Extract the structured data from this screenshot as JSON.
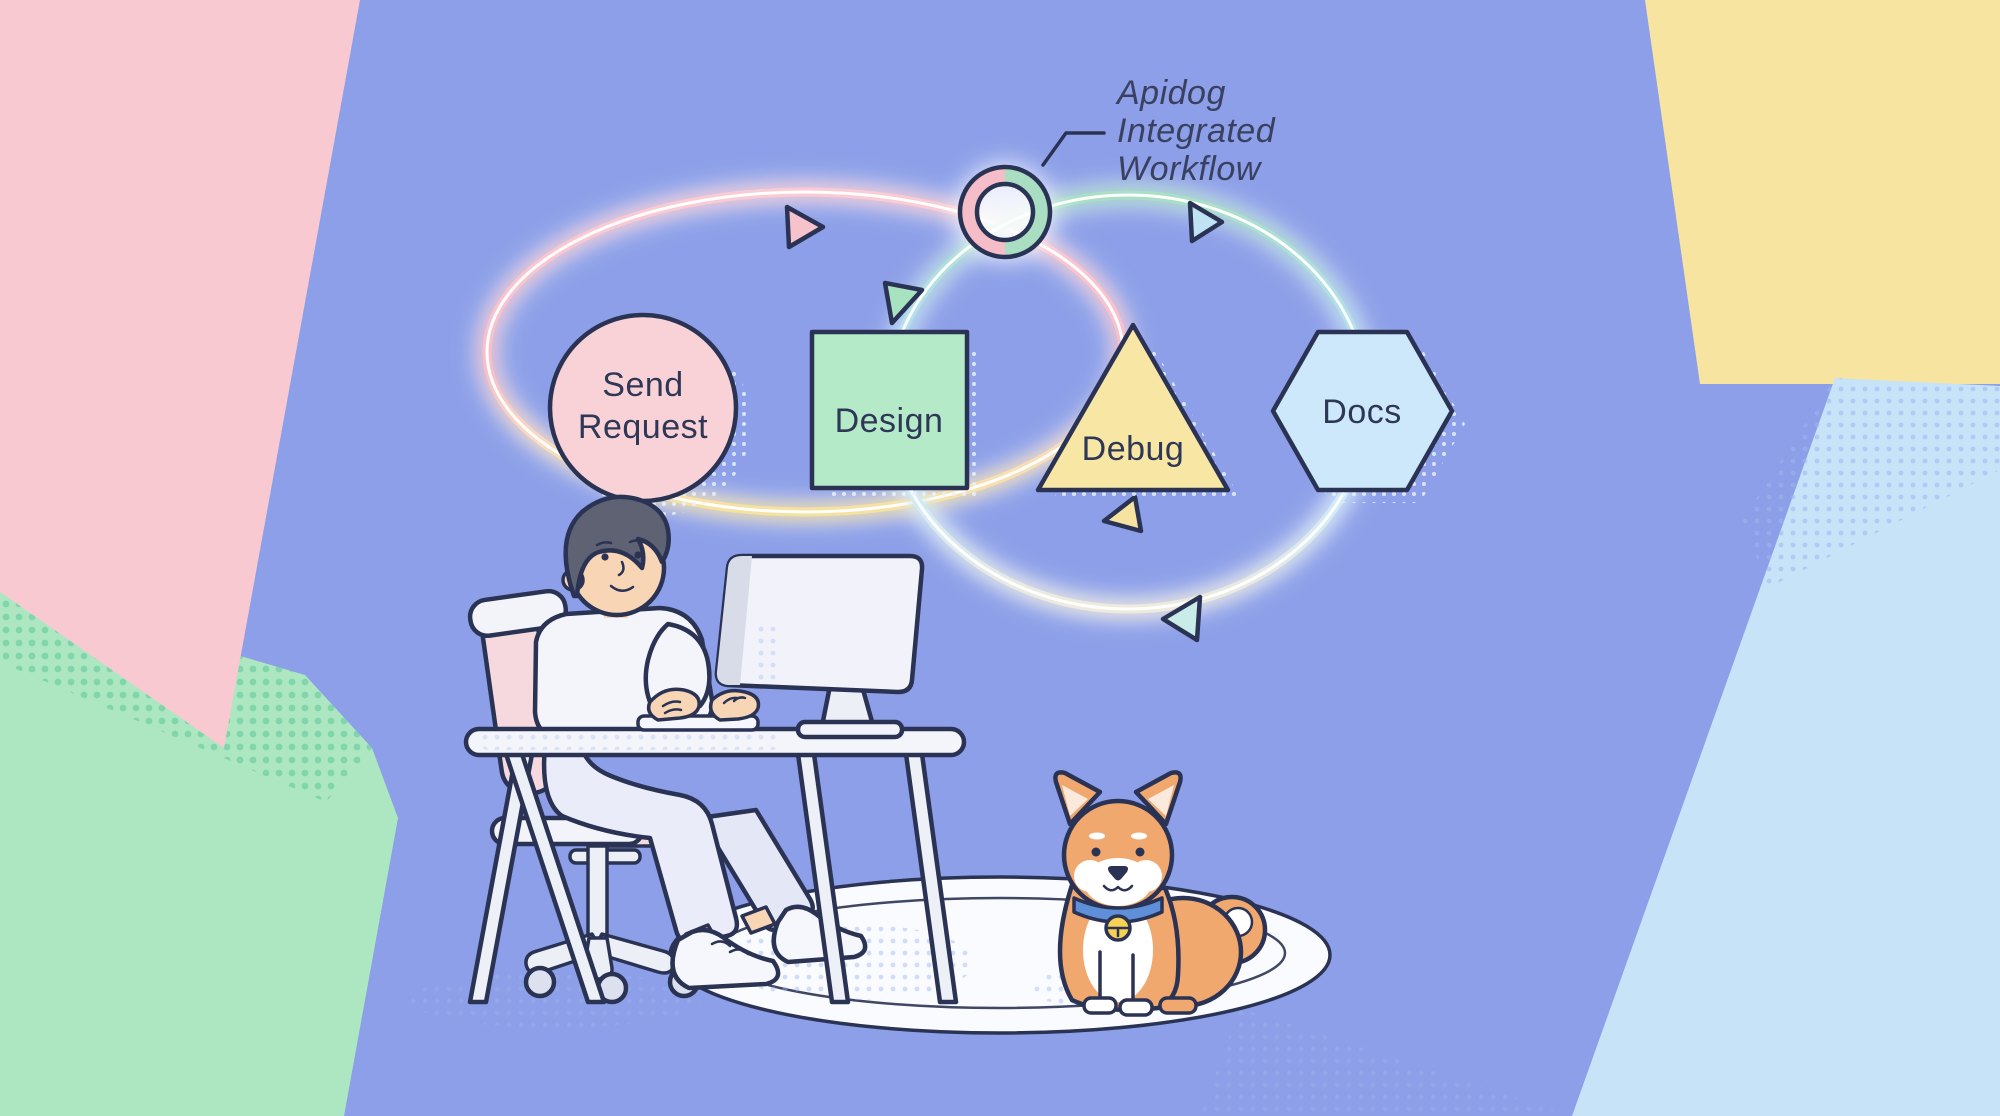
{
  "illustration": {
    "callout": {
      "line1": "Apidog",
      "line2": "Integrated",
      "line3": "Workflow"
    },
    "nodes": [
      {
        "id": "send-request",
        "shape": "circle",
        "label": "Send Request",
        "line1": "Send",
        "line2": "Request",
        "fill": "#F9D2D8"
      },
      {
        "id": "design",
        "shape": "square",
        "label": "Design",
        "fill": "#B5EAC8"
      },
      {
        "id": "debug",
        "shape": "triangle",
        "label": "Debug",
        "fill": "#F8E7A4"
      },
      {
        "id": "docs",
        "shape": "hexagon",
        "label": "Docs",
        "fill": "#CCE8FA"
      }
    ]
  },
  "palette": {
    "background": "#8C9FE8",
    "corner_pink": "#F8C9D0",
    "corner_green": "#ADE7C2",
    "corner_green_dots": "#79D2A6",
    "corner_yellow": "#F8E4A1",
    "corner_blue": "#C7E3F8",
    "outline_navy": "#2B3354",
    "text": "#2F3756",
    "loop_pink": "#F7C3CC",
    "loop_yellow": "#F5E3A1",
    "loop_green": "#ABE2C6",
    "loop_blue": "#BCE0F7",
    "ring_pink": "#F4BDC7",
    "ring_green": "#A9DEC3",
    "skin": "#F8D5B5",
    "hair_gray": "#5E6273",
    "furniture_white": "#F3F4FA",
    "chair_pink": "#F6D9DF",
    "dog_orange": "#F1A86E",
    "collar_blue": "#5E8FD8",
    "bell_yellow": "#F7D155"
  }
}
